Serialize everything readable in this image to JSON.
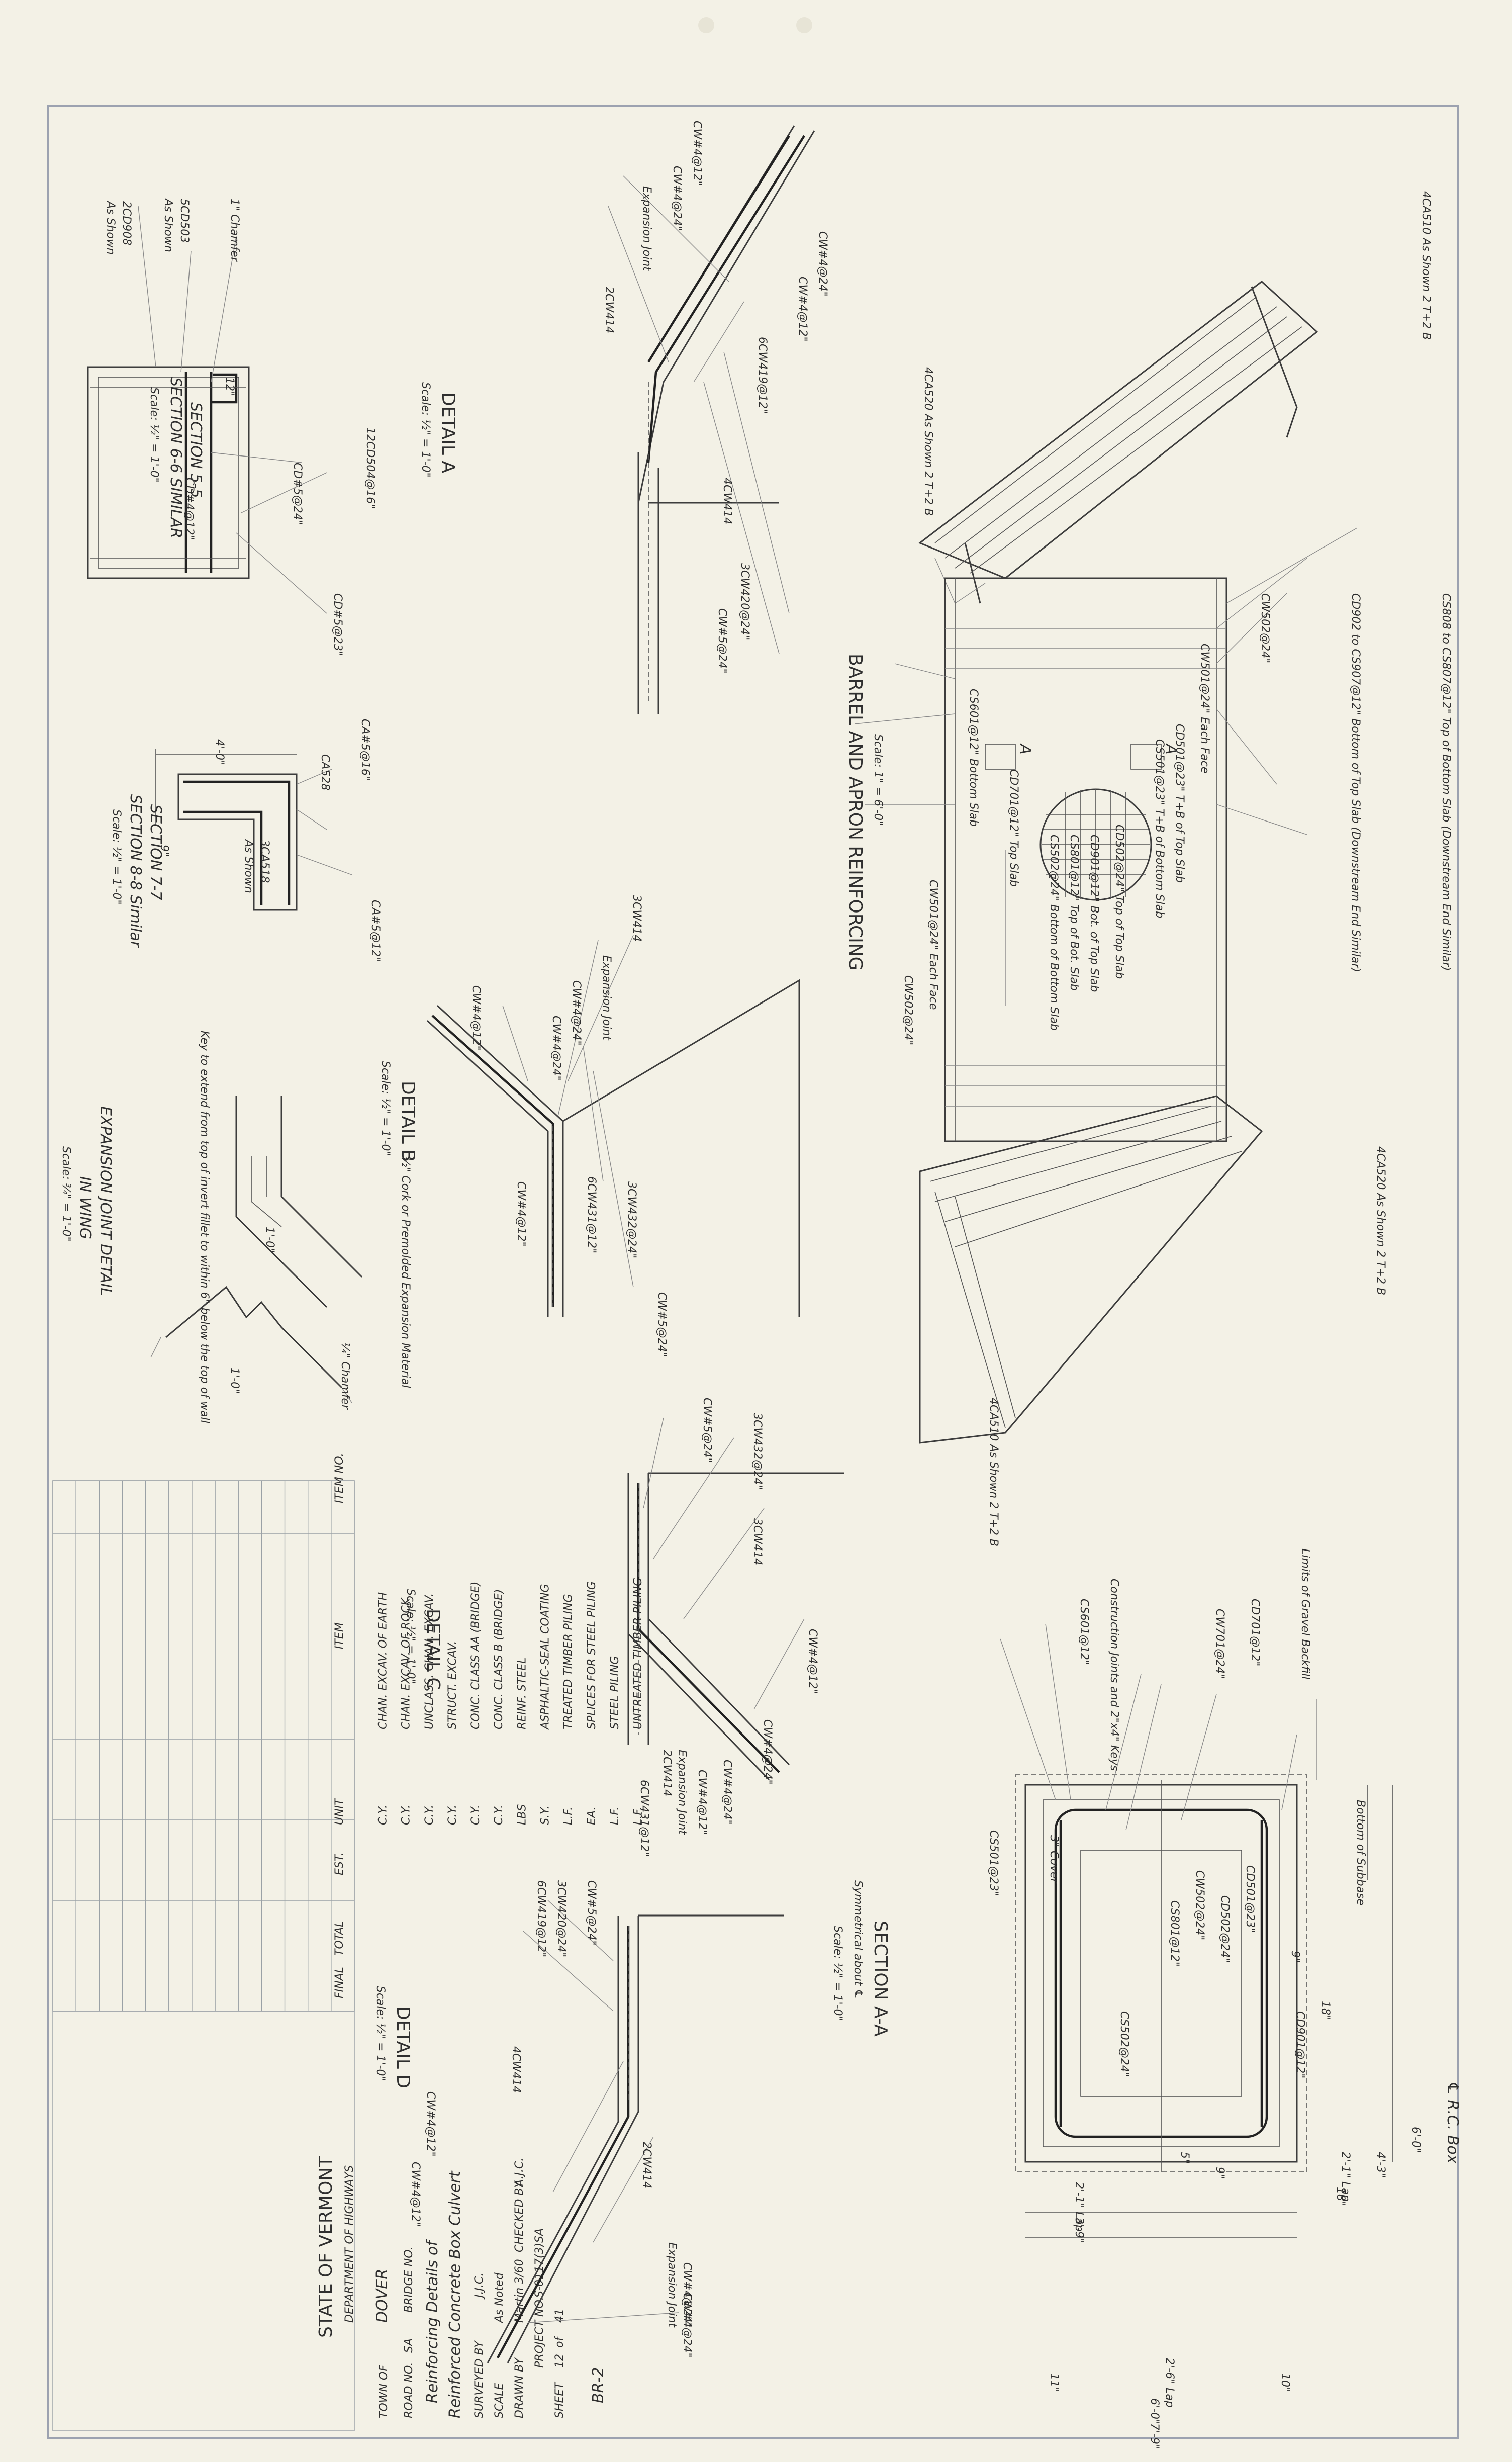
{
  "title_block": {
    "state": "STATE OF VERMONT",
    "department": "DEPARTMENT OF HIGHWAYS",
    "town_label": "TOWN OF",
    "town": "DOVER",
    "road_label": "ROAD NO.",
    "road": "SA",
    "bridge_label": "BRIDGE NO.",
    "description_1": "Reinforcing Details of",
    "description_2": "Reinforced Concrete Box Culvert",
    "surveyed_label": "SURVEYED BY",
    "scale_label": "SCALE",
    "scale": "As Noted",
    "drawn_label": "DRAWN BY",
    "drawn": "Martin 3/60",
    "checked_label": "CHECKED BY",
    "checked": "A.J.C.",
    "designed": "J.J.C.",
    "project_label": "PROJECT NO.",
    "project": "S-0117(3)SA",
    "sheet_label": "SHEET",
    "sheet": "12",
    "sheet_of": "of",
    "sheet_total": "41",
    "drawing_no": "BR-2"
  },
  "quantities": {
    "headers": [
      "ITEM NO.",
      "ITEM",
      "UNIT",
      "EST.",
      "TOTAL",
      "FINAL"
    ],
    "rows": [
      [
        "",
        "CHAN. EXCAV. OF EARTH",
        "C.Y."
      ],
      [
        "",
        "CHAN. EXCAV. OF ROCK",
        "C.Y."
      ],
      [
        "",
        "UNCLASS. CHAN. EXCAV.",
        "C.Y."
      ],
      [
        "",
        "STRUCT. EXCAV.",
        "C.Y."
      ],
      [
        "",
        "CONC. CLASS AA (BRIDGE)",
        "C.Y."
      ],
      [
        "",
        "CONC. CLASS B (BRIDGE)",
        "C.Y."
      ],
      [
        "",
        "REINF. STEEL",
        "LBS"
      ],
      [
        "",
        "ASPHALTIC-SEAL COATING",
        "S.Y."
      ],
      [
        "",
        "TREATED TIMBER PILING",
        "L.F."
      ],
      [
        "",
        "SPLICES FOR STEEL PILING",
        "EA."
      ],
      [
        "",
        "STEEL PILING",
        "L.F."
      ],
      [
        "",
        "UNTREATED TIMBER PILING",
        "L.F."
      ]
    ]
  },
  "details": {
    "detail_a": {
      "title": "DETAIL A",
      "scale": "Scale: ½\" = 1'-0\"",
      "labels": [
        "CW#4@12\"",
        "CW#4@24\"",
        "Expansion Joint",
        "2CW414",
        "CW#4@24\"",
        "CW#4@12\"",
        "6CW419@12\"",
        "4CW414",
        "3CW420@24\"",
        "CW#5@24\""
      ]
    },
    "detail_b": {
      "title": "DETAIL B",
      "scale": "Scale: ½\" = 1'-0\"",
      "labels": [
        "3CW414",
        "CW#4@24\"",
        "Expansion Joint",
        "CW#4@24\"",
        "CW#4@12\"",
        "CW#4@12\"",
        "6CW431@12\"",
        "3CW432@24\"",
        "CW#5@24\""
      ]
    },
    "detail_c": {
      "title": "DETAIL C",
      "scale": "Scale: ½\" = 1'-0\"",
      "labels": [
        "CW#5@24\"",
        "3CW432@24\"",
        "3CW414",
        "CW#4@12\"",
        "CW#4@24\"",
        "CW#4@24\"",
        "CW#4@12\"",
        "Expansion Joint",
        "2CW414",
        "6CW431@12\""
      ]
    },
    "detail_d": {
      "title": "DETAIL D",
      "scale": "Scale: ½\" = 1'-0\"",
      "labels": [
        "3CW420@24\"",
        "6CW419@12\"",
        "CW#5@24\"",
        "4CW414",
        "CW#4@12\"",
        "CW#4@12\"",
        "2CW414",
        "Expansion Joint",
        "CW#4@24\"",
        "CW#4@24\""
      ]
    },
    "section_55": {
      "title": "SECTION 5-5",
      "subtitle": "SECTION 6-6 SIMILAR",
      "scale": "Scale: ½\" = 1'-0\"",
      "labels": [
        "2CD908",
        "As Shown",
        "5CD503",
        "As Shown",
        "1\" Chamfer",
        "12\"",
        "CD#5@24\"",
        "CD#4@12\"",
        "12CD504@16\"",
        "CD#5@23\""
      ]
    },
    "section_77": {
      "title": "SECTION 7-7",
      "subtitle": "SECTION 8-8 Similar",
      "scale": "Scale: ½\" = 1'-0\"",
      "labels": [
        "4'-0\"",
        "CA528",
        "CA#5@16\"",
        "3CA518",
        "As Shown",
        "9\"",
        "CA#5@12\""
      ]
    },
    "expansion_joint": {
      "title": "EXPANSION JOINT DETAIL",
      "subtitle": "IN WING",
      "scale": "Scale: ¾\" = 1'-0\"",
      "labels": [
        "Key to extend from top of invert fillet to within 6\" below the top of wall",
        "½\" Cork or Premolded Expansion Material",
        "¼\" Chamfer",
        "1'-0\"",
        "1'-0\""
      ]
    },
    "barrel_plan": {
      "title": "BARREL AND APRON REINFORCING",
      "scale": "Scale: 1\" = 6'-0\"",
      "labels": [
        "CS808 to CS807@12\" Top of Bottom Slab (Downstream End Similar)",
        "CD902 to CS907@12\" Bottom of Top Slab (Downstream End Similar)",
        "CW501@24\" Each Face",
        "CW502@24\"",
        "CS601@12\" Bottom Slab",
        "CD701@12\" Top Slab",
        "CW501@24\" Each Face",
        "CW502@24\"",
        "CD501@23\" T+B of Top Slab",
        "CS501@23\" T+B of Bottom Slab",
        "CD502@24\" Top of Top Slab",
        "CD901@12\" Bot. of Top Slab",
        "CS801@12\" Top of Bot. Slab",
        "CS502@24\" Bottom of Bottom Slab",
        "4CA510 As Shown 2 T+2 B",
        "4CA520 As Shown 2 T+2 B",
        "4CA510 As Shown 2 T+2 B",
        "4CA520 As Shown 2 T+2 B",
        "A",
        "A"
      ]
    },
    "section_aa": {
      "title": "SECTION A-A",
      "subtitle": "Symmetrical about ℄",
      "scale": "Scale: ½\" = 1'-0\"",
      "labels": [
        "Limits of Gravel Backfill",
        "Construction Joints and 2\"x4\" Keys",
        "Bottom of Subbase",
        "℄ R.C. Box",
        "CD701@12\"",
        "CW701@24\"",
        "CS601@12\"",
        "CD501@23\"",
        "CD502@24\"",
        "CW502@24\"",
        "CS801@12\"",
        "CS501@23\"",
        "CS502@24\"",
        "CD901@12\"",
        "3\" Cover",
        "6'-0\"",
        "4'-3\"",
        "2'-1\" Lap",
        "2'-1\" Lap",
        "3'-9\"",
        "2'-6\" Lap",
        "6'-0\"",
        "7'-9\"",
        "11\"",
        "10\"",
        "9\"",
        "9\"",
        "18\"",
        "18\"",
        "5\""
      ]
    }
  }
}
